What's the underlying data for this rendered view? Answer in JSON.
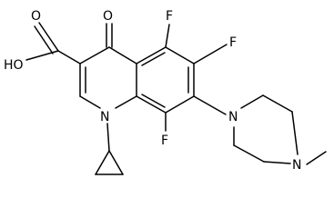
{
  "molecule": {
    "labels": {
      "cooh_oh": "HO",
      "cooh_o": "O",
      "keto_o": "O",
      "f5": "F",
      "f6": "F",
      "f8": "F",
      "n1": "N",
      "n_pip1": "N",
      "n_pip4": "N"
    },
    "colors": {
      "bond": "#000000",
      "text": "#000000",
      "background": "#ffffff"
    }
  }
}
